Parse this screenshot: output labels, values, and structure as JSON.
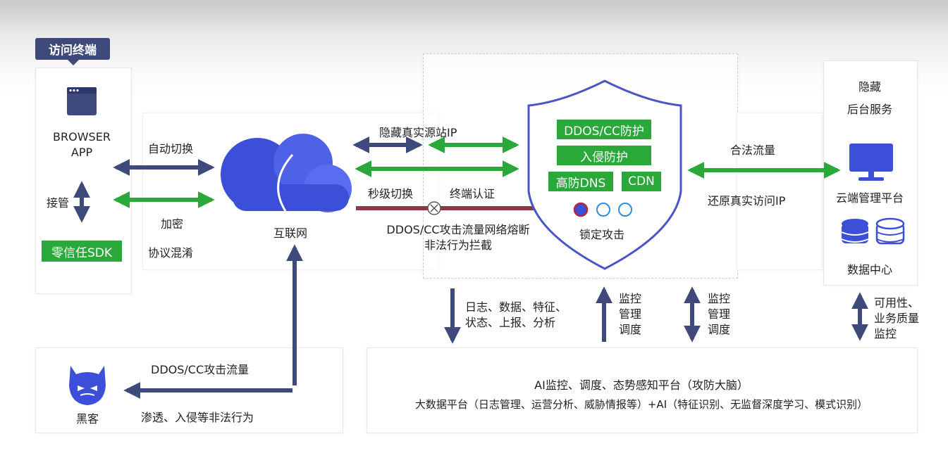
{
  "terminal": {
    "tag": "访问终端",
    "browser_app_line1": "BROWSER",
    "browser_app_line2": "APP",
    "takeover": "接管",
    "sdk": "零信任SDK"
  },
  "link_labels": {
    "auto_switch": "自动切换",
    "encrypt": "加密",
    "protocol_obfuscation": "协议混淆"
  },
  "internet": {
    "label": "互联网"
  },
  "shield": {
    "ddos_cc": "DDOS/CC防护",
    "intrusion": "入侵防护",
    "high_dns": "高防DNS",
    "cdn": "CDN",
    "lock_attack": "锁定攻击"
  },
  "middle": {
    "hide_ip": "隐藏真实源站IP",
    "second_switch": "秒级切换",
    "terminal_auth": "终端认证",
    "circuit_break": "DDOS/CC攻击流量网络熔断",
    "block_illegal": "非法行为拦截"
  },
  "right_flow": {
    "legal_traffic": "合法流量",
    "restore_ip": "还原真实访问IP"
  },
  "backend": {
    "hide_line1": "隐藏",
    "hide_line2": "后台服务",
    "cloud_mgmt": "云端管理平台",
    "data_center": "数据中心"
  },
  "vertical_labels": {
    "logs_line1": "日志、数据、特征、",
    "logs_line2": "状态、上报、分析",
    "monitor1_l1": "监控",
    "monitor1_l2": "管理",
    "monitor1_l3": "调度",
    "monitor2_l1": "监控",
    "monitor2_l2": "管理",
    "monitor2_l3": "调度",
    "avail_l1": "可用性、",
    "avail_l2": "业务质量",
    "avail_l3": "监控"
  },
  "hacker": {
    "label": "黑客",
    "ddos_traffic": "DDOS/CC攻击流量",
    "infiltration": "渗透、入侵等非法行为"
  },
  "ai_platform": {
    "line1": "AI监控、调度、态势感知平台（攻防大脑）",
    "line2": "大数据平台（日志管理、运营分析、威胁情报等）+AI（特征识别、无监督深度学习、模式识别）"
  },
  "colors": {
    "navy": "#3f4a7c",
    "green": "#2aa83a",
    "shield_stroke": "#4a56c8",
    "cloud": "#3b4fd8",
    "attack_red": "#8e3a44"
  }
}
